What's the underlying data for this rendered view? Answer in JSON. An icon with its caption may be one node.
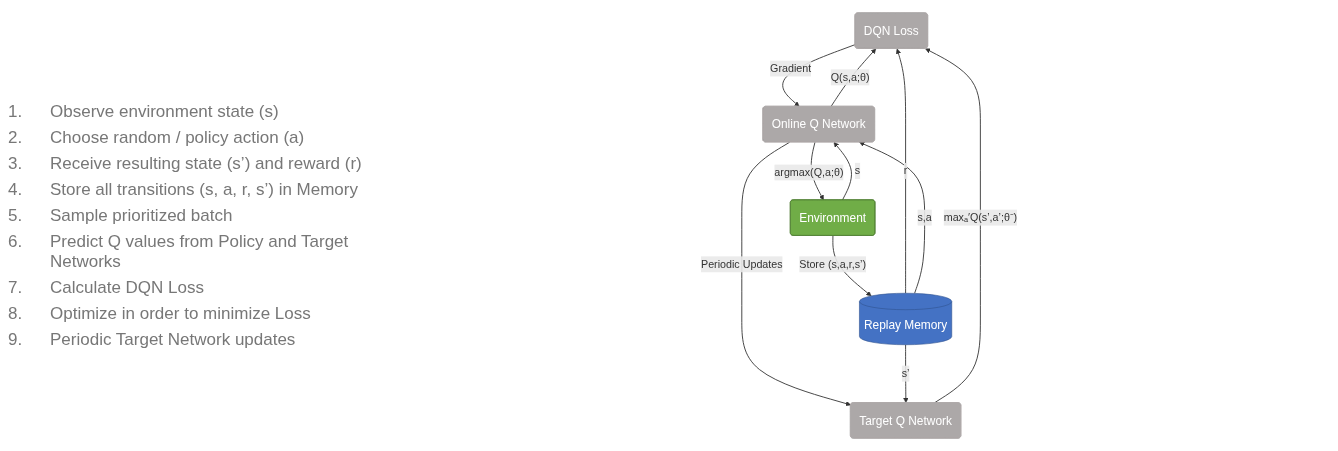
{
  "diagram": {
    "nodes": [
      {
        "text": [
          "DQN Loss"
        ]
      },
      {
        "text": [
          "Target Q Network"
        ]
      },
      {
        "text": [
          "Online Q Network"
        ]
      },
      {
        "text": [
          "Replay Memory"
        ]
      },
      {
        "text": [
          "Environment"
        ]
      }
    ],
    "edges": [
      {
        "from": 3,
        "to": 0,
        "arrow": "to",
        "label": "r"
      },
      {
        "from": 1,
        "to": 0,
        "arrow": "to",
        "label": "maxₐ′Q(s’,a’;θ⁻)"
      },
      {
        "from": 2,
        "to": 0,
        "arrow": "to",
        "label": "Q(s,a;θ)"
      },
      {
        "from": 0,
        "to": 2,
        "arrow": "to",
        "label": "Gradient"
      },
      {
        "from": 2,
        "to": 1,
        "arrow": "to",
        "label": "Periodic Updates"
      },
      {
        "from": 3,
        "to": 1,
        "arrow": "to",
        "label": "s’"
      },
      {
        "from": 3,
        "to": 2,
        "arrow": "to",
        "label": "s,a"
      },
      {
        "from": 4,
        "to": 2,
        "arrow": "to",
        "label": "s"
      },
      {
        "from": 2,
        "to": 4,
        "arrow": "to",
        "label": "argmax(Q,a;θ)"
      },
      {
        "from": 4,
        "to": 3,
        "arrow": "to",
        "label": "Store (s,a,r,s’)"
      }
    ],
    "labels": [
      "1.",
      "Observe environment state (s)",
      "2.",
      "Choose random / policy action (a)",
      "3.",
      "Receive resulting state (s’) and reward (r)",
      "4.",
      "Store all transitions (s, a, r, s’) in Memory",
      "5.",
      "Sample prioritized batch",
      "6.",
      "Predict Q values from Policy and Target Networks",
      "7.",
      "Calculate DQN Loss",
      "8.",
      "Optimize in order to minimize Loss",
      "9.",
      "Periodic Target Network updates"
    ]
  }
}
